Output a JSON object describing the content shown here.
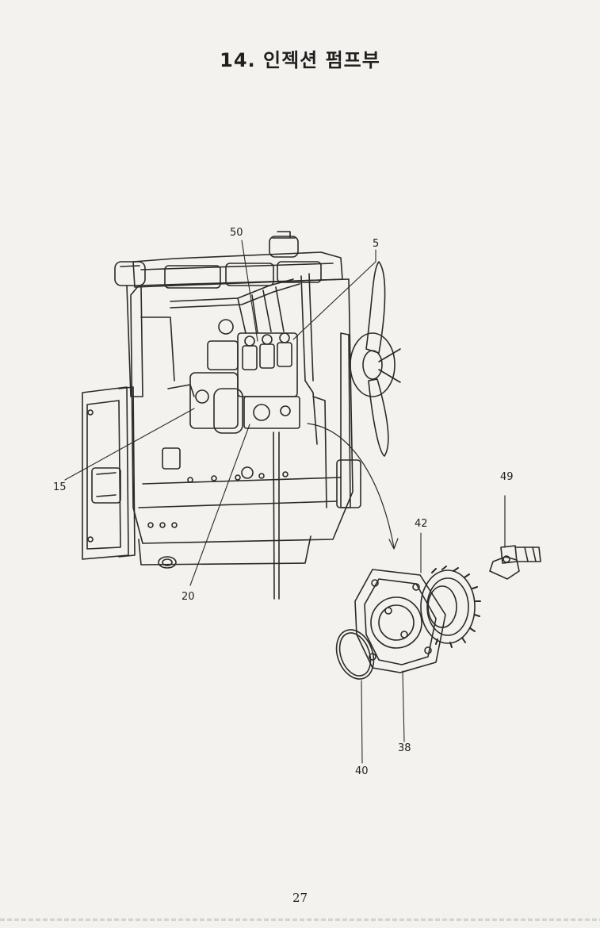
{
  "page": {
    "title": "14. 인젝션 펌프부",
    "page_number": "27"
  },
  "callouts": [
    {
      "id": "50",
      "text": "50"
    },
    {
      "id": "5",
      "text": "5"
    },
    {
      "id": "15",
      "text": "15"
    },
    {
      "id": "20",
      "text": "20"
    },
    {
      "id": "49",
      "text": "49"
    },
    {
      "id": "42",
      "text": "42"
    },
    {
      "id": "38",
      "text": "38"
    },
    {
      "id": "40",
      "text": "40"
    }
  ],
  "colors": {
    "ink": "#2a2a2a",
    "paper": "#f3f2ee"
  }
}
